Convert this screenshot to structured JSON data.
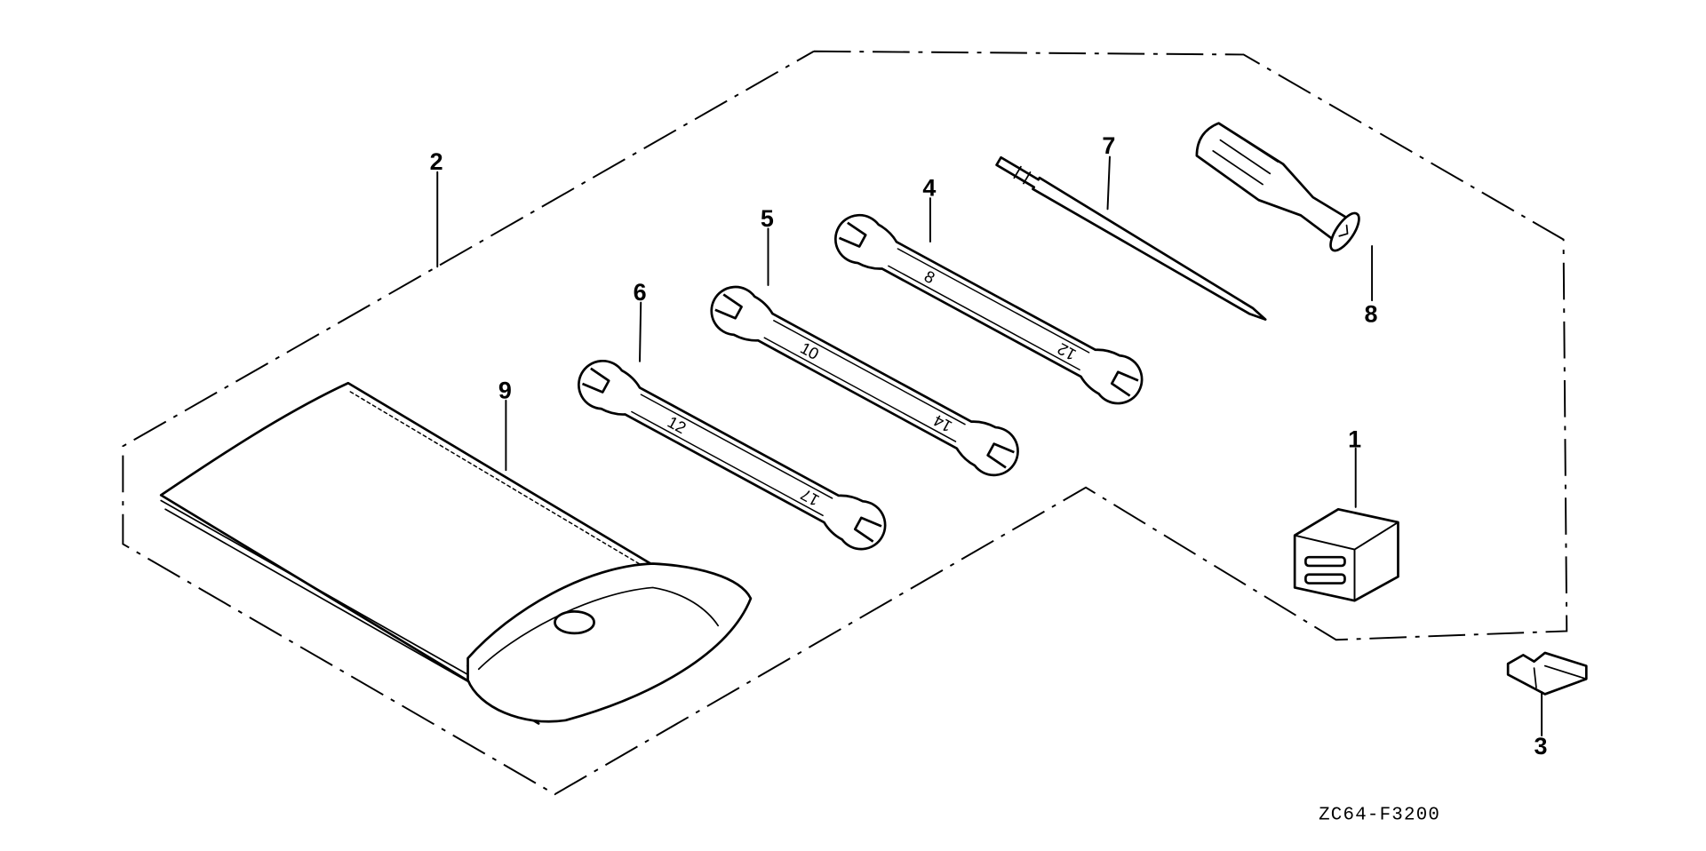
{
  "diagram_code": "ZC64-F3200",
  "callouts": [
    "1",
    "2",
    "3",
    "4",
    "5",
    "6",
    "7",
    "8",
    "9"
  ],
  "wrench_sizes": {
    "wrench_4": [
      "8",
      "12"
    ],
    "wrench_5": [
      "10",
      "14"
    ],
    "wrench_6": [
      "12",
      "17"
    ]
  }
}
